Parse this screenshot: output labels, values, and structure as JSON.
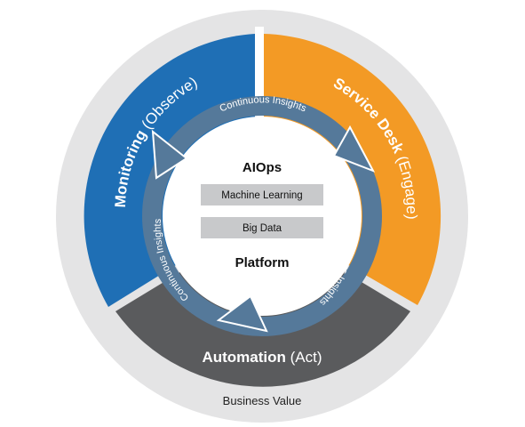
{
  "center": {
    "title": "AIOps",
    "boxes": [
      "Machine Learning",
      "Big Data"
    ],
    "footer": "Platform"
  },
  "segments": {
    "monitoring": {
      "main": "Monitoring",
      "paren": "(Observe)",
      "color": "#1f6fb5"
    },
    "service_desk": {
      "main": "Service Desk",
      "paren": "(Engage)",
      "color": "#f39a25"
    },
    "automation": {
      "main": "Automation",
      "paren": "(Act)",
      "color": "#5a5b5d"
    }
  },
  "cycle": {
    "top": "Continuous Insights",
    "right": "Continuous Insights",
    "left": "Continuous Insights",
    "color": "#55799a"
  },
  "outer_label": "Business Value",
  "colors": {
    "outer_ring": "#e4e4e5",
    "core": "#ffffff",
    "box": "#c8c9cb"
  }
}
